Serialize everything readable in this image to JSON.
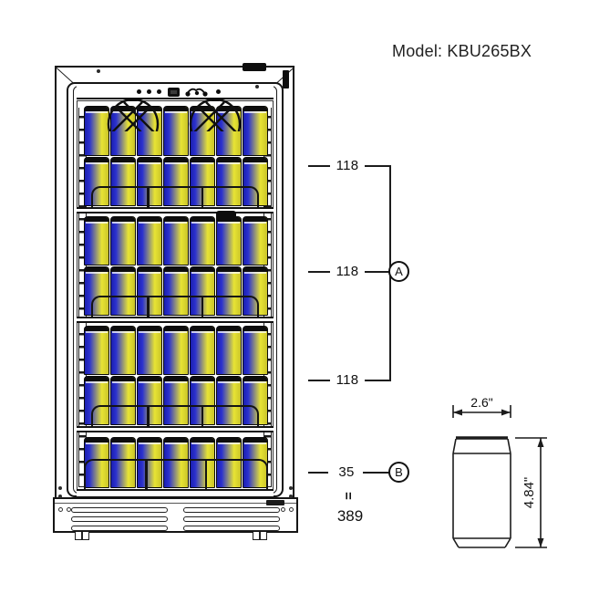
{
  "title": "Model: KBU265BX",
  "colors": {
    "can_blue": "#2b31cf",
    "can_blue_dark": "#1b1fae",
    "can_yellow": "#e8e434",
    "can_yellow_dark": "#c9c429",
    "line": "#1c1c1c"
  },
  "fridge": {
    "sections": [
      {
        "rows": 2,
        "cans_per_row": 7,
        "capacity_label": "118"
      },
      {
        "rows": 2,
        "cans_per_row": 7,
        "capacity_label": "118"
      },
      {
        "rows": 2,
        "cans_per_row": 7,
        "capacity_label": "118"
      },
      {
        "rows": 1,
        "cans_per_row": 7,
        "capacity_label": "35"
      }
    ]
  },
  "annotations": {
    "a": {
      "values": [
        "118",
        "118",
        "118"
      ],
      "badge": "A"
    },
    "b": {
      "value": "35",
      "badge": "B",
      "equals_sign": "=",
      "total": "389"
    }
  },
  "can_diagram": {
    "width_label": "2.6\"",
    "height_label": "4.84\""
  }
}
